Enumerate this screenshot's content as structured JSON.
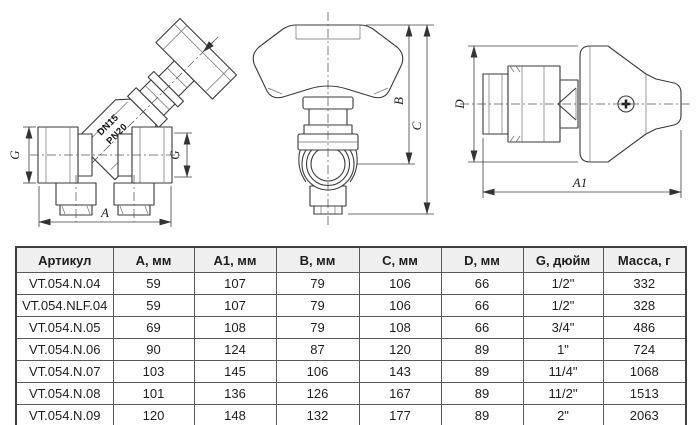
{
  "page": {
    "background": "#ffffff"
  },
  "drawing": {
    "title": "valve-three-view-technical-drawing",
    "body_marking": {
      "line1": "DN15",
      "line2": "PN20"
    },
    "dimension_labels": {
      "a": "A",
      "a1": "A1",
      "b": "B",
      "c": "C",
      "d": "D",
      "g": "G"
    }
  },
  "table": {
    "headers": [
      "Артикул",
      "А, мм",
      "А1, мм",
      "В, мм",
      "С, мм",
      "D, мм",
      "G, дюйм",
      "Масса, г"
    ],
    "rows": [
      [
        "VT.054.N.04",
        "59",
        "107",
        "79",
        "106",
        "66",
        "1/2\"",
        "332"
      ],
      [
        "VT.054.NLF.04",
        "59",
        "107",
        "79",
        "106",
        "66",
        "1/2\"",
        "328"
      ],
      [
        "VT.054.N.05",
        "69",
        "108",
        "79",
        "108",
        "66",
        "3/4\"",
        "486"
      ],
      [
        "VT.054.N.06",
        "90",
        "124",
        "87",
        "120",
        "89",
        "1\"",
        "724"
      ],
      [
        "VT.054.N.07",
        "103",
        "145",
        "106",
        "143",
        "89",
        "11/4\"",
        "1068"
      ],
      [
        "VT.054.N.08",
        "101",
        "136",
        "126",
        "167",
        "89",
        "11/2\"",
        "1513"
      ],
      [
        "VT.054.N.09",
        "120",
        "148",
        "132",
        "177",
        "89",
        "2\"",
        "2063"
      ]
    ]
  },
  "colors": {
    "drawing_line": "#3a3a3a",
    "table_border": "#4a4a4a",
    "table_header_bg": "#efefef",
    "text": "#1d1d1d"
  }
}
